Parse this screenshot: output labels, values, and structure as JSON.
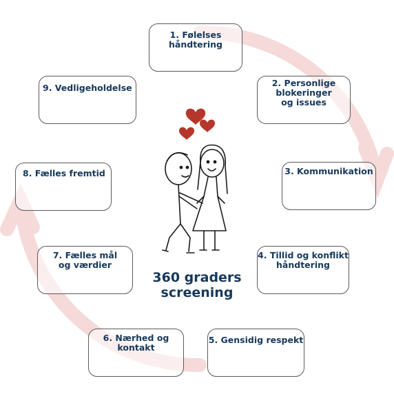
{
  "steps": [
    {
      "label": "1. Følelses\nhåndtering"
    },
    {
      "label": "2. Personlige\nblokeringer\nog issues"
    },
    {
      "label": "3. Kommunikation"
    },
    {
      "label": "4. Tillid og konflikt\nhåndtering"
    },
    {
      "label": "5. Gensidig respekt"
    },
    {
      "label": "6. Nærhed og\nkontakt"
    },
    {
      "label": "7. Fælles mål\nog værdier"
    },
    {
      "label": "8. Fælles fremtid"
    },
    {
      "label": "9. Vedligeholdelse"
    }
  ],
  "center_title": "360 graders\nscreening",
  "colors": {
    "text": "#16385a",
    "ring": "#f6d9d9",
    "heart": "#b5372c",
    "box_border": "#5a5a5a"
  },
  "icons": [
    "circular-arrows-icon",
    "hearts-icon",
    "couple-illustration"
  ]
}
